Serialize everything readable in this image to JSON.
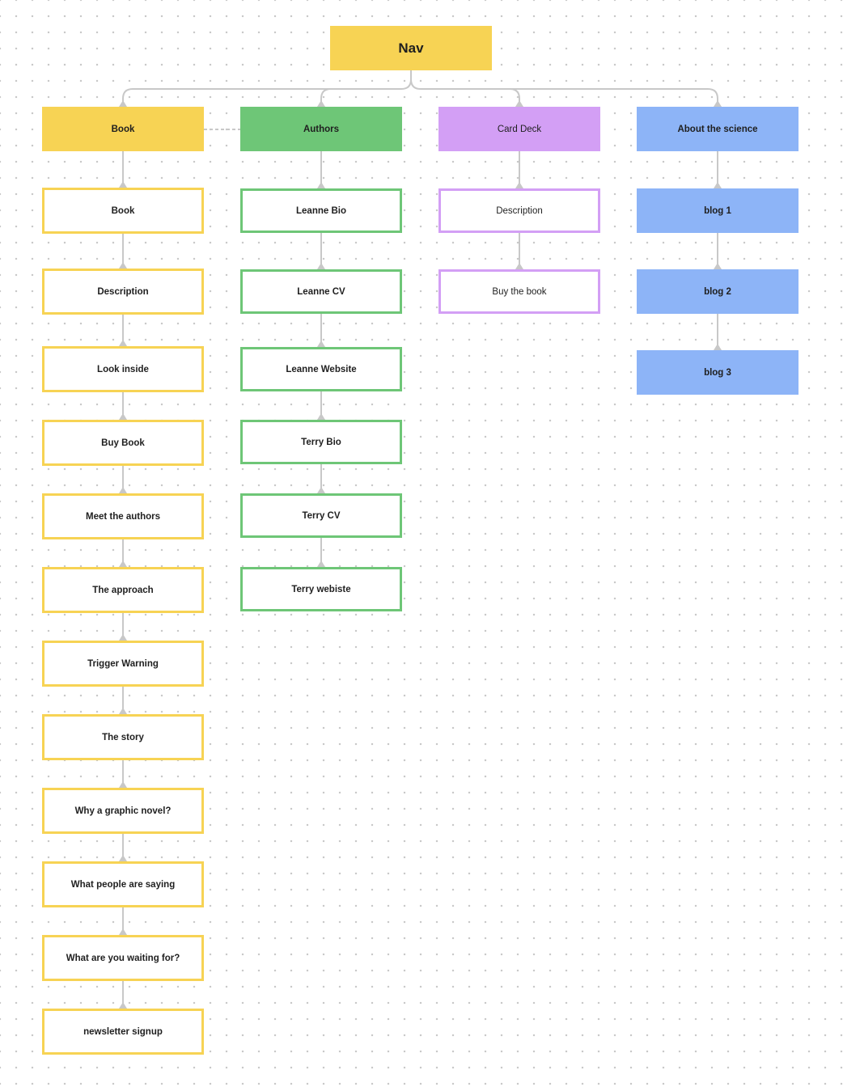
{
  "colors": {
    "yellow": "#f7d354",
    "green": "#6ec677",
    "purple": "#d39ff5",
    "blue": "#8db4f7",
    "connector": "#c8c8c8"
  },
  "root": {
    "label": "Nav"
  },
  "columns": [
    {
      "header": "Book",
      "color": "yellow",
      "header_bold": true,
      "children_style": "outline",
      "children_bold": true,
      "children": [
        "Book",
        "Description",
        "Look inside",
        "Buy Book",
        "Meet the authors",
        "The approach",
        "Trigger Warning",
        "The story",
        "Why a graphic novel?",
        "What people are saying",
        "What are you waiting for?",
        "newsletter signup"
      ]
    },
    {
      "header": "Authors",
      "color": "green",
      "header_bold": true,
      "children_style": "outline",
      "children_bold": true,
      "children": [
        "Leanne Bio",
        "Leanne CV",
        "Leanne Website",
        "Terry Bio",
        "Terry CV",
        "Terry webiste"
      ]
    },
    {
      "header": "Card Deck",
      "color": "purple",
      "header_bold": false,
      "children_style": "outline",
      "children_bold": false,
      "children": [
        "Description",
        "Buy the book"
      ]
    },
    {
      "header": "About the science",
      "color": "blue",
      "header_bold": true,
      "children_style": "filled",
      "children_bold": true,
      "children": [
        "blog 1",
        "blog 2",
        "blog 3"
      ]
    }
  ]
}
